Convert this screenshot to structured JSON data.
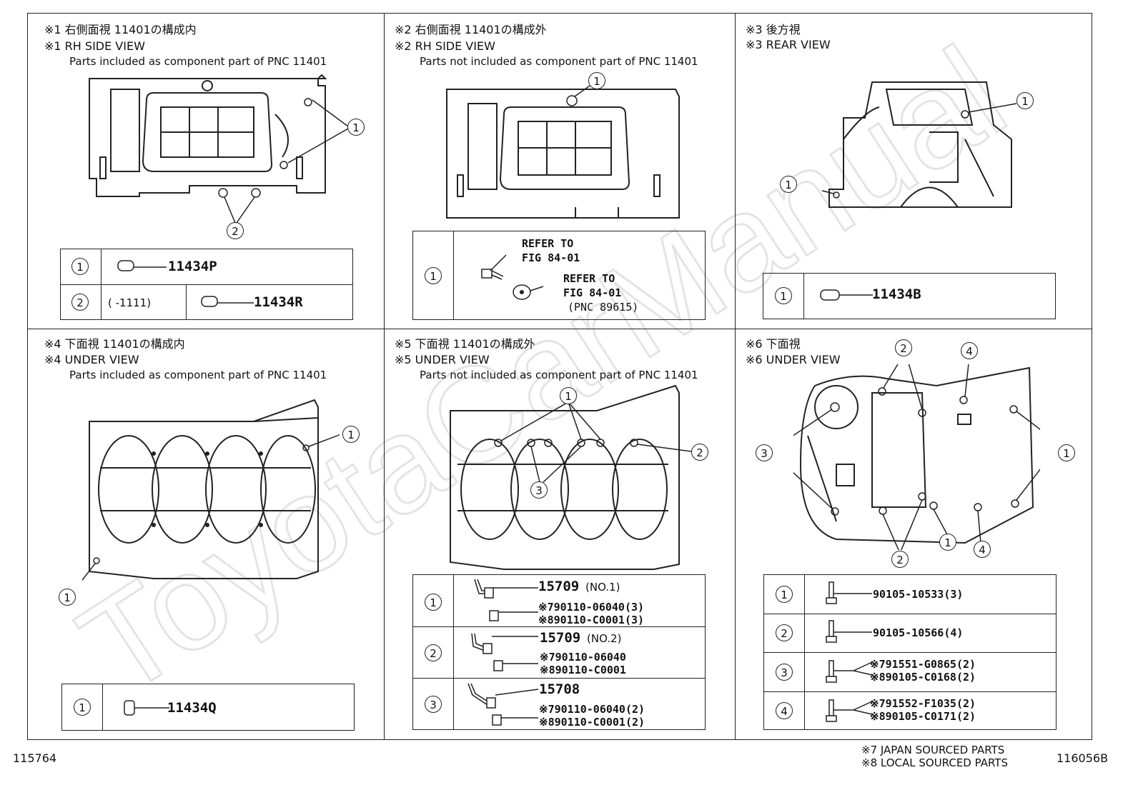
{
  "panels": [
    {
      "jp": "※1 右側面視 11401の構成内",
      "en": "※1 RH SIDE VIEW",
      "note": "Parts included as component part of PNC 11401"
    },
    {
      "jp": "※2 右側面視 11401の構成外",
      "en": "※2 RH SIDE VIEW",
      "note": "Parts not included as component part of PNC 11401"
    },
    {
      "jp": "※3 後方視",
      "en": "※3 REAR VIEW",
      "note": ""
    },
    {
      "jp": "※4 下面視 11401の構成内",
      "en": "※4 UNDER VIEW",
      "note": "Parts included as component part of PNC 11401"
    },
    {
      "jp": "※5 下面視 11401の構成外",
      "en": "※5 UNDER VIEW",
      "note": "Parts not included as component part of PNC 11401"
    },
    {
      "jp": "※6 下面視",
      "en": "※6 UNDER VIEW",
      "note": ""
    }
  ],
  "markers": [
    "1",
    "2",
    "3",
    "4"
  ],
  "p1": {
    "row1_part": "11434P",
    "row2_range": "(     -1111)",
    "row2_part": "11434R"
  },
  "p2": {
    "refer1": "REFER TO",
    "fig1": "FIG 84-01",
    "refer2": "REFER TO",
    "fig2": "FIG 84-01",
    "pnc": "(PNC 89615)"
  },
  "p3": {
    "part": "11434B"
  },
  "p4": {
    "part": "11434Q"
  },
  "p5": {
    "r1_part": "15709",
    "r1_tag": "(NO.1)",
    "r1_a": "※790110-06040(3)",
    "r1_b": "※890110-C0001(3)",
    "r2_part": "15709",
    "r2_tag": "(NO.2)",
    "r2_a": "※790110-06040",
    "r2_b": "※890110-C0001",
    "r3_part": "15708",
    "r3_a": "※790110-06040(2)",
    "r3_b": "※890110-C0001(2)"
  },
  "p6": {
    "r1": "90105-10533(3)",
    "r2": "90105-10566(4)",
    "r3_a": "※791551-G0865(2)",
    "r3_b": "※890105-C0168(2)",
    "r4_a": "※791552-F1035(2)",
    "r4_b": "※890105-C0171(2)"
  },
  "footer": {
    "left_id": "115764",
    "right_id": "116056B",
    "legend_7": "※7 JAPAN SOURCED PARTS",
    "legend_8": "※8 LOCAL SOURCED PARTS"
  },
  "watermark": "ToyotaCarManual"
}
